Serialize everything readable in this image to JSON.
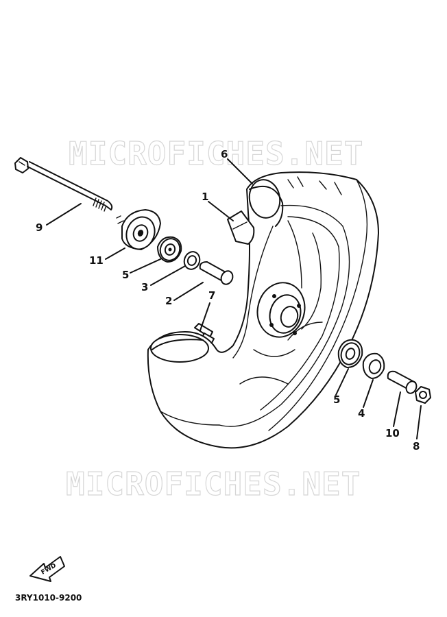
{
  "watermark": {
    "top": "MICROFICHES.NET",
    "bottom": "MICROFICHES.NET"
  },
  "callouts": {
    "p1": "1",
    "p2": "2",
    "p3": "3",
    "p4": "4",
    "p5a": "5",
    "p5b": "5",
    "p6": "6",
    "p7": "7",
    "p8": "8",
    "p9": "9",
    "p10": "10",
    "p11": "11"
  },
  "fwd_label": "FWD",
  "diagram_code": "3RY1010-9200"
}
